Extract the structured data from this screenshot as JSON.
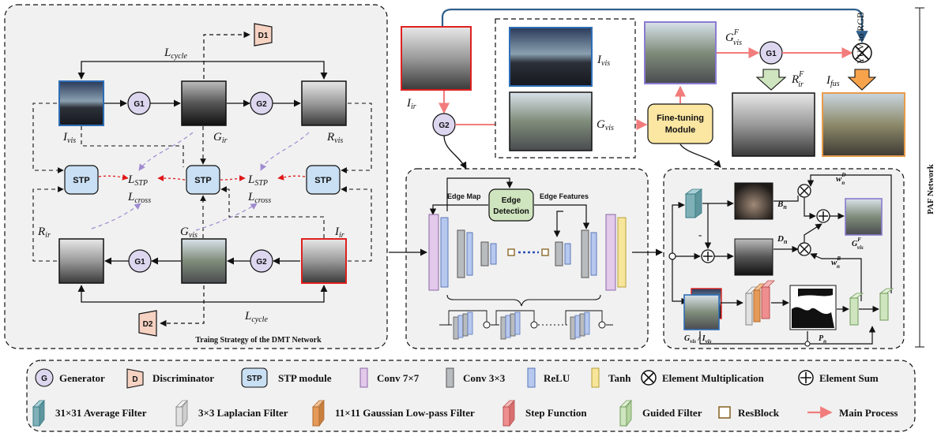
{
  "left_panel": {
    "caption": "Traing Strategy of the DMT Network",
    "loss_cycle_top": "L",
    "loss_cycle_top_sub": "cycle",
    "loss_cycle_bottom": "L",
    "loss_cycle_bottom_sub": "cycle",
    "loss_stp_left": "L",
    "loss_stp_left_sub": "STP",
    "loss_cross_left": "L",
    "loss_cross_left_sub": "cross",
    "loss_stp_right": "L",
    "loss_stp_right_sub": "STP",
    "loss_cross_right": "L",
    "loss_cross_right_sub": "cross",
    "d1": "D1",
    "d2": "D2",
    "g1_top": "G1",
    "g2_top": "G2",
    "g1_bottom": "G1",
    "g2_bottom": "G2",
    "stp_left": "STP",
    "stp_mid": "STP",
    "stp_right": "STP",
    "i_vis": "I",
    "i_vis_sub": "vis",
    "g_ir": "G",
    "g_ir_sub": "ir",
    "r_vis": "R",
    "r_vis_sub": "vis",
    "r_ir": "R",
    "r_ir_sub": "ir",
    "g_vis": "G",
    "g_vis_sub": "vis",
    "i_ir": "I",
    "i_ir_sub": "ir"
  },
  "top_flow": {
    "i_ir": "I",
    "i_ir_sub": "ir",
    "g2": "G2",
    "i_vis": "I",
    "i_vis_sub": "vis",
    "g_vis": "G",
    "g_vis_sub": "vis",
    "fine_tuning": "Fine-tuning",
    "module": "Module",
    "g_vis_f": "G",
    "g_vis_f_sub": "vis",
    "g_vis_f_sup": "F",
    "g1": "G1",
    "r_ir_f": "R",
    "r_ir_f_sub": "ir",
    "r_ir_f_sup": "F",
    "i_fus": "I",
    "i_fus_sub": "fus",
    "yuv": "YUV to RGB",
    "paf": "PAF Network"
  },
  "generator_panel": {
    "edge_map": "Edge Map",
    "edge_detection_1": "Edge",
    "edge_detection_2": "Detection",
    "edge_features": "Edge Features"
  },
  "finetune_panel": {
    "b_n": "B",
    "b_n_sub": "n",
    "d_n": "D",
    "d_n_sub": "n",
    "minus": "-",
    "w_d": "w",
    "w_d_sub": "n",
    "w_d_sup": "D",
    "w_b": "w",
    "w_b_sub": "n",
    "w_b_sup": "B",
    "g_vis_f": "G",
    "g_vis_f_sub": "vis",
    "g_vis_f_sup": "F",
    "g_vis_ivis": "G",
    "g_vis_ivis_sub": "vis",
    "g_vis_ivis_mid": " / I",
    "g_vis_ivis_sub2": "vis",
    "p_n": "P",
    "p_n_sub": "n"
  },
  "legend": {
    "generator_icon": "G",
    "generator": "Generator",
    "discriminator_icon": "D",
    "discriminator": "Discriminator",
    "stp_icon": "STP",
    "stp": "STP  module",
    "conv7": "Conv 7×7",
    "conv3": "Conv 3×3",
    "relu": "ReLU",
    "tanh": "Tanh",
    "mult": "Element Multiplication",
    "sum": "Element Sum",
    "avg": "31×31 Average Filter",
    "lap": "3×3 Laplacian Filter",
    "gauss": "11×11 Gaussian Low-pass Filter",
    "step": "Step Function",
    "guided": "Guided Filter",
    "resblock": "ResBlock",
    "main": "Main Process"
  },
  "colors": {
    "g_fill": "#dcd6ef",
    "stp_fill": "#c9dff3",
    "d_fill": "#f6d2c2",
    "conv7": "#e3c9ea",
    "conv3": "#b9bcbf",
    "relu": "#b7c8ef",
    "tanh": "#f7e59a",
    "avg": "#7fb0b8",
    "lap": "#e1e1e1",
    "gauss": "#e69a58",
    "step": "#ef8e8e",
    "guided": "#cfe5bf",
    "main": "#f27c7c",
    "module": "#fbe6a2"
  }
}
